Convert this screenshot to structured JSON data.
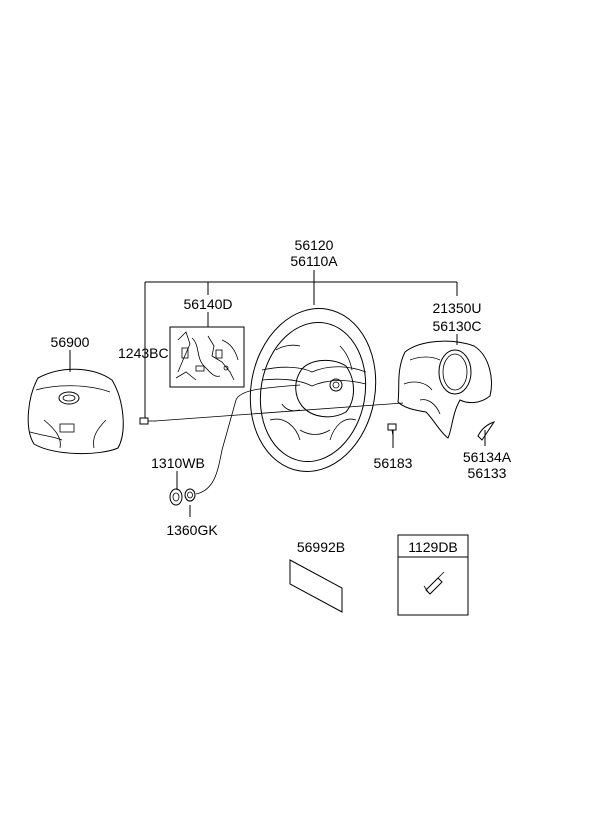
{
  "parts": {
    "p56120": "56120",
    "p56110A": "56110A",
    "p56140D": "56140D",
    "p21350U": "21350U",
    "p56130C": "56130C",
    "p56900": "56900",
    "p1243BC": "1243BC",
    "p56183": "56183",
    "p56134A": "56134A",
    "p56133": "56133",
    "p1310WB": "1310WB",
    "p1360GK": "1360GK",
    "p56992B": "56992B",
    "p1129DB": "1129DB"
  },
  "colors": {
    "line": "#000000",
    "background": "#ffffff"
  }
}
